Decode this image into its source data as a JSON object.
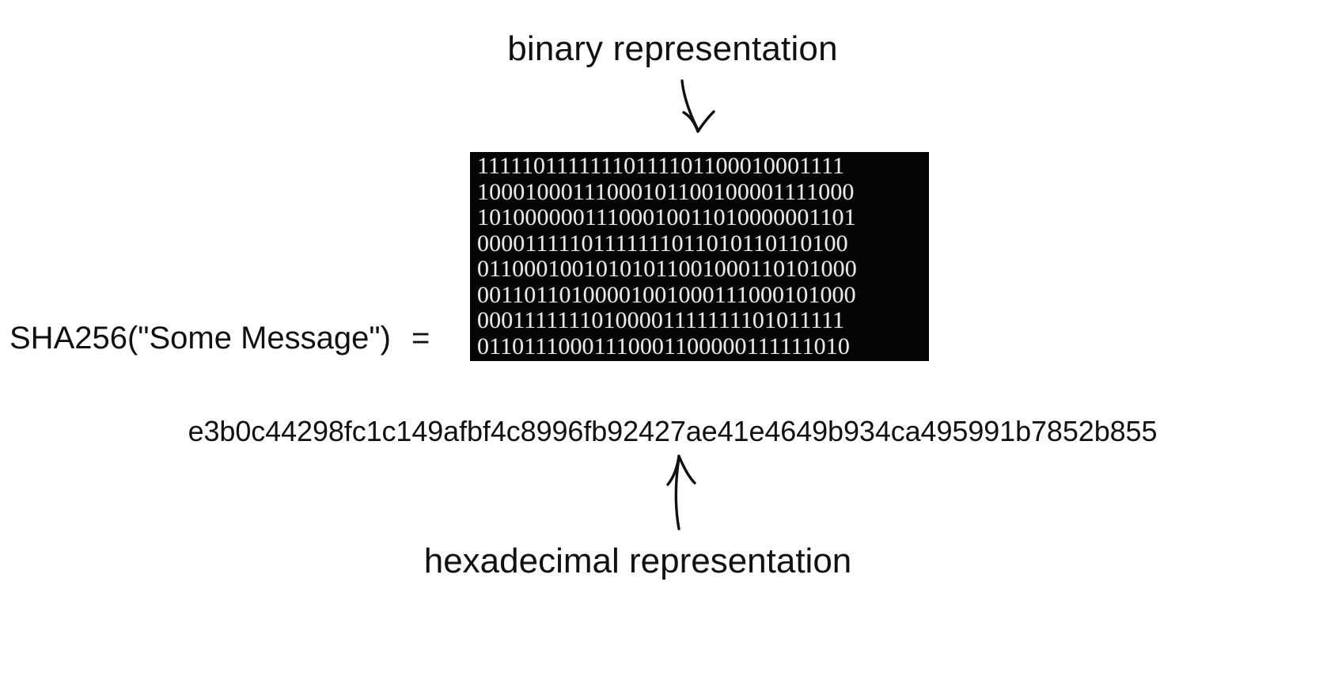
{
  "figure": {
    "top_caption": "binary representation",
    "bottom_caption": "hexadecimal representation",
    "expression": "SHA256(\"Some Message\")",
    "equals_sign": "=",
    "hex_value": "e3b0c44298fc1c149afbf4c8996fb92427ae41e4649b934ca495991b7852b855",
    "binary_rows": [
      "11111011111110111101100010001111",
      "10001000111000101100100001111000",
      "10100000011100010011010000001101",
      "00001111101111111011010110110100",
      "01100010010101011001000110101000",
      "00110110100001001000111000101000",
      "00011111110100001111111101011111",
      "01101110001110001100000111111010"
    ],
    "colors": {
      "background": "#ffffff",
      "text": "#111111",
      "binary_block_background": "#050505",
      "binary_digit_color": "#e9e9e9",
      "arrow_stroke": "#111111"
    }
  }
}
